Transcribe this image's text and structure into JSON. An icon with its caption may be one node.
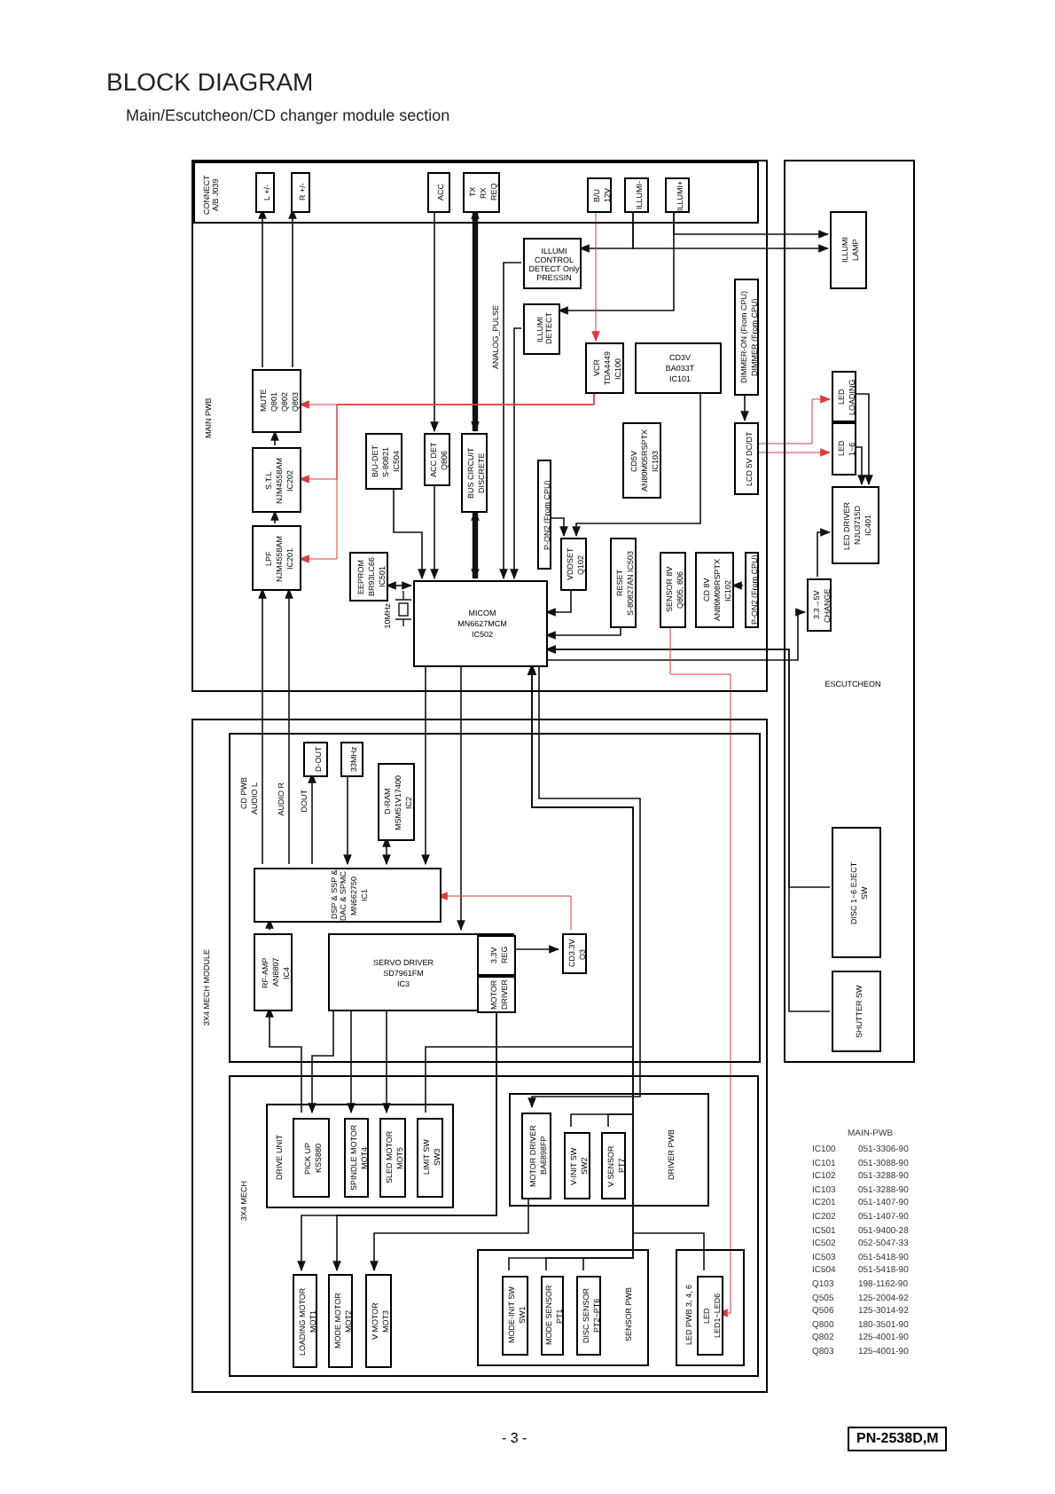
{
  "diagram": {
    "title": "BLOCK DIAGRAM",
    "nodes": [
      {
        "text": [
          "MAIN PWB"
        ]
      },
      {
        "text": [
          "CONNECT A/B J039"
        ],
        "in": 0
      },
      {
        "text": [
          "L +/-"
        ],
        "in": 1
      },
      {
        "text": [
          "R +/-"
        ],
        "in": 1
      },
      {
        "text": [
          "ACC"
        ],
        "in": 1
      },
      {
        "text": [
          "TX",
          "RX",
          "REQ"
        ],
        "in": 1
      },
      {
        "text": [
          "B/U",
          "12V"
        ],
        "in": 1
      },
      {
        "text": [
          "ILLUMI-"
        ],
        "in": 1
      },
      {
        "text": [
          "ILLUMI+"
        ],
        "in": 1
      },
      {
        "text": [
          "ILLUMI CONTROL DETECT Only PRESSIN"
        ],
        "in": 0
      },
      {
        "text": [
          "ILLUMI DETECT"
        ],
        "in": 0
      },
      {
        "text": [
          "MUTE",
          "Q801",
          "Q802",
          "Q803"
        ],
        "in": 0
      },
      {
        "text": [
          "S.T.L",
          "NJM4558AM",
          "IC202"
        ],
        "in": 0
      },
      {
        "text": [
          "LPF",
          "NJM4558AM",
          "IC201"
        ],
        "in": 0
      },
      {
        "text": [
          "B/U-DET",
          "S-80821",
          "IC504"
        ],
        "in": 0
      },
      {
        "text": [
          "ACC DET",
          "Q806"
        ],
        "in": 0
      },
      {
        "text": [
          "BUS CIRCUIT",
          "DISCRETE"
        ],
        "in": 0
      },
      {
        "text": [
          "EEPROM",
          "BR93LC66",
          "IC501"
        ],
        "in": 0
      },
      {
        "text": [
          "VCR",
          "TDA4449",
          "IC100"
        ],
        "in": 0
      },
      {
        "text": [
          "CD3V",
          "BA033T",
          "IC101"
        ],
        "in": 0
      },
      {
        "text": [
          "DIMMER-ON (From CPU)",
          "DIMMER (From CPU)"
        ],
        "in": 0
      },
      {
        "text": [
          "LCD 5V DC/DT"
        ],
        "in": 0
      },
      {
        "text": [
          "CD5V",
          "AN80M05RSPTX",
          "IC103"
        ],
        "in": 0
      },
      {
        "text": [
          "P-ON2 (From CPU)"
        ],
        "in": 0
      },
      {
        "text": [
          "VDDSET",
          "Q102"
        ],
        "in": 0
      },
      {
        "text": [
          "RESET",
          "S-80827AN IC503"
        ],
        "in": 0
      },
      {
        "text": [
          "SENSOR 8V",
          "Q805, 806"
        ],
        "in": 0
      },
      {
        "text": [
          "CD 8V",
          "AN80M08RSPTX",
          "IC102"
        ],
        "in": 0
      },
      {
        "text": [
          "P-ON2 (From CPU)"
        ],
        "in": 0
      },
      {
        "text": [
          "MICOM",
          "MN6627MCM",
          "IC502"
        ],
        "in": 0
      },
      {
        "text": [
          "ESCUTCHEON"
        ]
      },
      {
        "text": [
          "ILLUMI",
          "LAMP"
        ],
        "in": 30
      },
      {
        "text": [
          "LED",
          "LOADING"
        ],
        "in": 30
      },
      {
        "text": [
          "LED",
          "1~6"
        ],
        "in": 30
      },
      {
        "text": [
          "LED DRIVER",
          "NJU3715D",
          "IC401"
        ],
        "in": 30
      },
      {
        "text": [
          "3.3→5V",
          "CHANGE"
        ],
        "in": 30
      },
      {
        "text": [
          "DISC 1~6 EJECT",
          "SW"
        ],
        "in": 30
      },
      {
        "text": [
          "SHUTTER SW"
        ],
        "in": 30
      },
      {
        "text": [
          "3X4 MECH MODULE"
        ]
      },
      {
        "text": [
          "CD PWB"
        ],
        "in": 38
      },
      {
        "text": [
          "D-OUT"
        ],
        "in": 39
      },
      {
        "text": [
          "33MHz"
        ],
        "in": 39
      },
      {
        "text": [
          "D-RAM",
          "MSM51V17400",
          "IC2"
        ],
        "in": 39
      },
      {
        "text": [
          "DSP & SSP & DAC & SPMC",
          "MN662750",
          "IC1"
        ],
        "in": 39
      },
      {
        "text": [
          "RF-AMP",
          "AN8807",
          "IC4"
        ],
        "in": 39
      },
      {
        "text": [
          "SERVO DRIVER",
          "SD7961FM",
          "IC3"
        ],
        "in": 39
      },
      {
        "text": [
          "3.3V",
          "REG"
        ],
        "in": 45
      },
      {
        "text": [
          "MOTOR",
          "DRIVER"
        ],
        "in": 45
      },
      {
        "text": [
          "CD3.3V",
          "Q3"
        ],
        "in": 39
      },
      {
        "text": [
          "3X4 MECH"
        ],
        "in": 38
      },
      {
        "text": [
          "DRIVE UNIT"
        ],
        "in": 49
      },
      {
        "text": [
          "PICK UP",
          "KSS880"
        ],
        "in": 50
      },
      {
        "text": [
          "SPINDLE MOTOR",
          "MOT4"
        ],
        "in": 50
      },
      {
        "text": [
          "SLED MOTOR",
          "MOT5"
        ],
        "in": 50
      },
      {
        "text": [
          "LIMIT SW",
          "SW3"
        ],
        "in": 50
      },
      {
        "text": [
          "DRIVER PWB"
        ],
        "in": 49
      },
      {
        "text": [
          "MOTOR DRIVER",
          "BA6898FP"
        ],
        "in": 55
      },
      {
        "text": [
          "V-INIT SW",
          "SW2"
        ],
        "in": 55
      },
      {
        "text": [
          "V SENSOR",
          "PT7"
        ],
        "in": 55
      },
      {
        "text": [
          "LOADING MOTOR",
          "MOT1"
        ],
        "in": 49
      },
      {
        "text": [
          "MODE MOTOR",
          "MOT2"
        ],
        "in": 49
      },
      {
        "text": [
          "V MOTOR",
          "MOT3"
        ],
        "in": 49
      },
      {
        "text": [
          "SENSOR PWB"
        ],
        "in": 49
      },
      {
        "text": [
          "MODE-INIT SW",
          "SW1"
        ],
        "in": 62
      },
      {
        "text": [
          "MODE SENSOR",
          "PT1"
        ],
        "in": 62
      },
      {
        "text": [
          "DISC SENSOR",
          "PT2~PT6"
        ],
        "in": 62
      },
      {
        "text": [
          "LED PWB 3, 4, 6"
        ],
        "in": 49
      },
      {
        "text": [
          "LED",
          "LED1~LED6"
        ],
        "in": 66
      }
    ],
    "edges": [
      {
        "from": 11,
        "to": 2,
        "arrow": "to"
      },
      {
        "from": 11,
        "to": 3,
        "arrow": "to"
      },
      {
        "from": 12,
        "to": 11,
        "arrow": "to"
      },
      {
        "from": 13,
        "to": 12,
        "arrow": "to"
      },
      {
        "from": 43,
        "to": 13,
        "arrow": "to",
        "label": "AUDIO L"
      },
      {
        "from": 43,
        "to": 13,
        "arrow": "to",
        "label": "AUDIO R"
      },
      {
        "from": 43,
        "to": 40,
        "arrow": "to",
        "label": "DOUT"
      },
      {
        "from": 41,
        "to": 43,
        "arrow": "to"
      },
      {
        "from": 42,
        "to": 43,
        "arrow": "both"
      },
      {
        "from": 4,
        "to": 15,
        "arrow": "to"
      },
      {
        "from": 5,
        "to": 16,
        "arrow": "both",
        "style": "thick"
      },
      {
        "from": 16,
        "to": 29,
        "arrow": "both",
        "style": "thick"
      },
      {
        "from": 15,
        "to": 29,
        "arrow": "to"
      },
      {
        "from": 14,
        "to": 29,
        "arrow": "to"
      },
      {
        "from": 17,
        "to": 29,
        "arrow": "both"
      },
      {
        "from": 9,
        "to": 29,
        "arrow": "to",
        "label": "ANALOG_PULSE"
      },
      {
        "from": 10,
        "to": 29,
        "arrow": "to"
      },
      {
        "from": 7,
        "to": 31,
        "arrow": "to"
      },
      {
        "from": 7,
        "to": 9,
        "arrow": "to"
      },
      {
        "from": 8,
        "to": 31,
        "arrow": "to"
      },
      {
        "from": 8,
        "to": 10,
        "arrow": "to"
      },
      {
        "from": 20,
        "to": 21,
        "arrow": "to"
      },
      {
        "from": 32,
        "to": 34,
        "arrow": "to"
      },
      {
        "from": 33,
        "to": 34,
        "arrow": "to"
      },
      {
        "from": 35,
        "to": 34,
        "arrow": "to"
      },
      {
        "from": 29,
        "to": 35,
        "arrow": "to"
      },
      {
        "from": 36,
        "to": 29,
        "arrow": "to"
      },
      {
        "from": 37,
        "to": 29,
        "arrow": "to"
      },
      {
        "from": 19,
        "to": 24,
        "arrow": "to"
      },
      {
        "from": 23,
        "to": 24,
        "arrow": "to"
      },
      {
        "from": 24,
        "to": 29,
        "arrow": "to"
      },
      {
        "from": 25,
        "to": 29,
        "arrow": "to"
      },
      {
        "from": 28,
        "to": 27,
        "arrow": "to"
      },
      {
        "from": 29,
        "to": 43,
        "arrow": "to"
      },
      {
        "from": 29,
        "to": 45,
        "arrow": "to"
      },
      {
        "from": 29,
        "to": 56,
        "arrow": "to"
      },
      {
        "from": 46,
        "to": 48,
        "arrow": "to"
      },
      {
        "from": 44,
        "to": 43,
        "arrow": "to"
      },
      {
        "from": 51,
        "to": 44,
        "arrow": "to"
      },
      {
        "from": 45,
        "to": 51,
        "arrow": "to"
      },
      {
        "from": 45,
        "to": 52,
        "arrow": "to"
      },
      {
        "from": 45,
        "to": 53,
        "arrow": "to"
      },
      {
        "from": 54,
        "to": 29,
        "arrow": "to"
      },
      {
        "from": 47,
        "to": 59,
        "arrow": "to"
      },
      {
        "from": 47,
        "to": 60,
        "arrow": "to"
      },
      {
        "from": 56,
        "to": 61,
        "arrow": "to"
      },
      {
        "from": 57,
        "to": 29,
        "arrow": "to"
      },
      {
        "from": 58,
        "to": 29,
        "arrow": "to"
      },
      {
        "from": 63,
        "to": 29,
        "arrow": "to"
      },
      {
        "from": 64,
        "to": 29,
        "arrow": "to"
      },
      {
        "from": 65,
        "to": 29,
        "arrow": "to"
      },
      {
        "from": 67,
        "to": 29,
        "arrow": "to"
      },
      {
        "from": 6,
        "to": 18,
        "arrow": "to",
        "color": "#e0393e"
      },
      {
        "from": 18,
        "to": 11,
        "arrow": "to",
        "color": "#e0393e"
      },
      {
        "from": 18,
        "to": 12,
        "arrow": "to",
        "color": "#e0393e"
      },
      {
        "from": 18,
        "to": 13,
        "arrow": "to",
        "color": "#e0393e"
      },
      {
        "from": 21,
        "to": 32,
        "arrow": "to",
        "color": "#e0393e"
      },
      {
        "from": 21,
        "to": 33,
        "arrow": "to",
        "color": "#e0393e"
      },
      {
        "from": 48,
        "to": 43,
        "arrow": "to",
        "color": "#e0393e"
      },
      {
        "from": 26,
        "to": 67,
        "arrow": "to",
        "color": "#e0393e"
      }
    ],
    "labels": [
      "Main/Escutcheon/CD changer module section",
      "10MHz",
      "MAIN-PWB",
      "IC100",
      "051-3306-90",
      "IC101",
      "051-3088-90",
      "IC102",
      "051-3288-90",
      "IC103",
      "051-3288-90",
      "IC201",
      "051-1407-90",
      "IC202",
      "051-1407-90",
      "IC501",
      "051-9400-28",
      "IC502",
      "052-5047-33",
      "IC503",
      "051-5418-90",
      "IC504",
      "051-5418-90",
      "Q103",
      "198-1162-90",
      "Q505",
      "125-2004-92",
      "Q506",
      "125-3014-92",
      "Q800",
      "180-3501-90",
      "Q802",
      "125-4001-90",
      "Q803",
      "125-4001-90",
      "- 3 -",
      "PN-2538D,M"
    ]
  }
}
